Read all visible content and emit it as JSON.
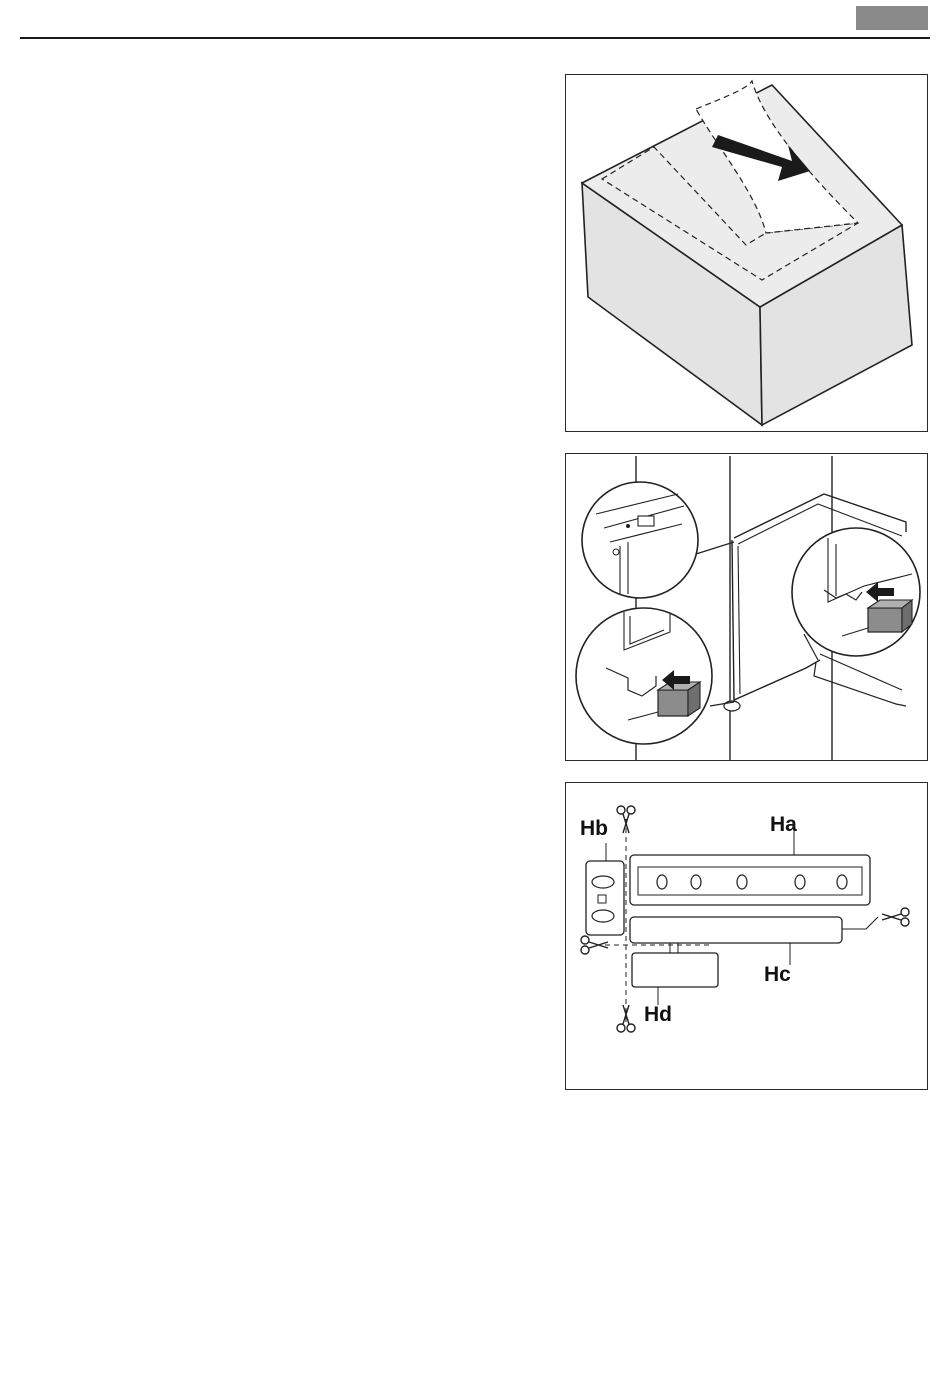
{
  "header": {
    "tab_color": "#8a8a8a",
    "rule_color": "#1a1a1a"
  },
  "figures": [
    {
      "id": "fig1",
      "subject": "cabinet-cover-film-removal"
    },
    {
      "id": "fig2",
      "subject": "door-hinge-spacer-blocks"
    },
    {
      "id": "fig3",
      "subject": "trim-cover-cutting",
      "labels": {
        "ha": "Ha",
        "hb": "Hb",
        "hc": "Hc",
        "hd": "Hd"
      }
    }
  ],
  "colors": {
    "line": "#222222",
    "panel_fill": "#e3e3e3",
    "block_fill": "#8c8c8c",
    "arrow_fill": "#1a1a1a"
  }
}
